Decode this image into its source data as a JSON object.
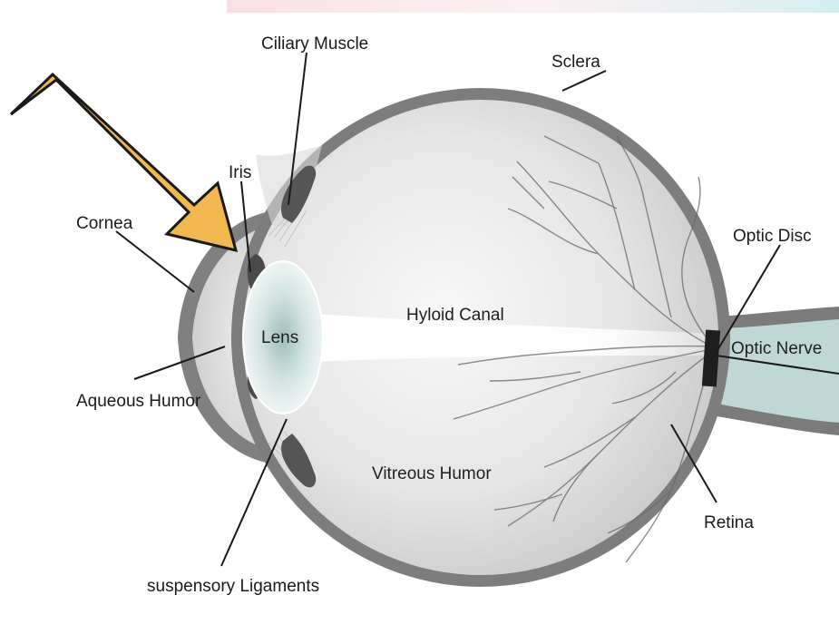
{
  "labels": {
    "ciliary_muscle": "Ciliary Muscle",
    "sclera": "Sclera",
    "iris": "Iris",
    "cornea": "Cornea",
    "optic_disc": "Optic Disc",
    "lens": "Lens",
    "hyloid_canal": "Hyloid Canal",
    "optic_nerve": "Optic Nerve",
    "aqueous_humor": "Aqueous Humor",
    "vitreous_humor": "Vitreous Humor",
    "retina": "Retina",
    "suspensory_ligaments": "suspensory Ligaments"
  },
  "colors": {
    "sclera": "#7b7b7b",
    "interior": "#e2e2e2",
    "retina": "#b6d2d0",
    "optic_nerve": "#bdd6d4",
    "arrow": "#f0b84f",
    "arrow_outline": "#1a1a1a",
    "iris": "#4a4a4a",
    "vessel": "#5f6a6a"
  }
}
